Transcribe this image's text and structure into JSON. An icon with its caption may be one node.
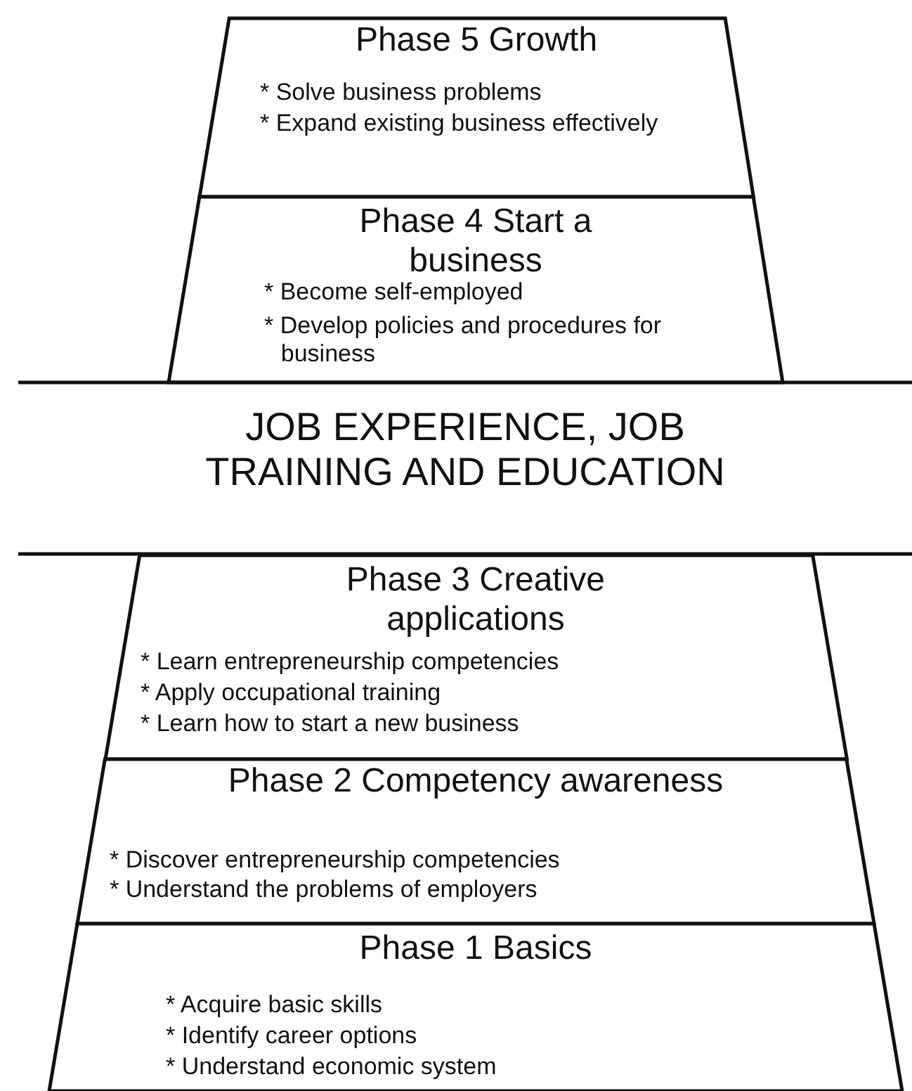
{
  "diagram": {
    "nodes": [
      {
        "text": [
          "Phase 5 Growth",
          "* Solve business problems",
          "* Expand existing business effectively"
        ]
      },
      {
        "text": [
          "Phase 4 Start a business",
          "* Become self-employed",
          "* Develop policies and procedures for business"
        ]
      },
      {
        "text": [
          "JOB EXPERIENCE, JOB TRAINING AND EDUCATION"
        ]
      },
      {
        "text": [
          "Phase 3 Creative applications",
          "* Learn entrepreneurship competencies",
          "* Apply occupational training",
          "* Learn how to start a new business"
        ]
      },
      {
        "text": [
          "Phase 2 Competency awareness",
          "* Discover entrepreneurship competencies",
          "* Understand the problems of employers"
        ]
      },
      {
        "text": [
          "Phase 1 Basics",
          "* Acquire basic skills",
          "* Identify career options",
          "* Understand economic system"
        ]
      }
    ]
  }
}
